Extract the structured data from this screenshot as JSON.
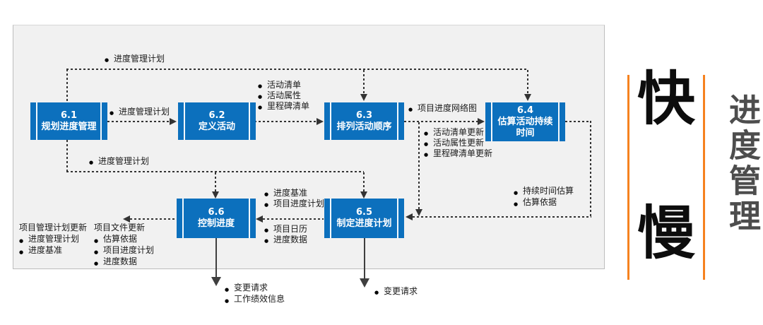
{
  "colors": {
    "process_blue": "#0c70bd",
    "accent_orange": "#f6821f",
    "side_title_gray": "#4d4d4d"
  },
  "boxes": {
    "b61": {
      "num": "6.1",
      "name": "规划进度管理"
    },
    "b62": {
      "num": "6.2",
      "name": "定义活动"
    },
    "b63": {
      "num": "6.3",
      "name": "排列活动顺序"
    },
    "b64": {
      "num": "6.4",
      "name": "估算活动持续时间"
    },
    "b65": {
      "num": "6.5",
      "name": "制定进度计划"
    },
    "b66": {
      "num": "6.6",
      "name": "控制进度"
    }
  },
  "labels": {
    "top_output": "进度管理计划",
    "plan_to_define": "进度管理计划",
    "define_outputs": [
      "活动清单",
      "活动属性",
      "里程碑清单"
    ],
    "sequence_output": "项目进度网络图",
    "sequence_updates": [
      "活动清单更新",
      "活动属性更新",
      "里程碑清单更新"
    ],
    "row2_output": "进度管理计划",
    "estimate_outputs": [
      "持续时间估算",
      "估算依据"
    ],
    "schedule_to_control_top": [
      "进度基准",
      "项目进度计划"
    ],
    "schedule_to_control_bottom": [
      "项目日历",
      "进度数据"
    ],
    "mgmt_plan_updates": {
      "title": "项目管理计划更新",
      "items": [
        "进度管理计划",
        "进度基准"
      ]
    },
    "doc_updates": {
      "title": "项目文件更新",
      "items": [
        "估算依据",
        "项目进度计划",
        "进度数据"
      ]
    },
    "control_outputs": [
      "变更请求",
      "工作绩效信息"
    ],
    "schedule_outputs": [
      "变更请求"
    ]
  },
  "side": {
    "fast": "快",
    "slow": "慢",
    "vertical_title": "进度管理"
  }
}
